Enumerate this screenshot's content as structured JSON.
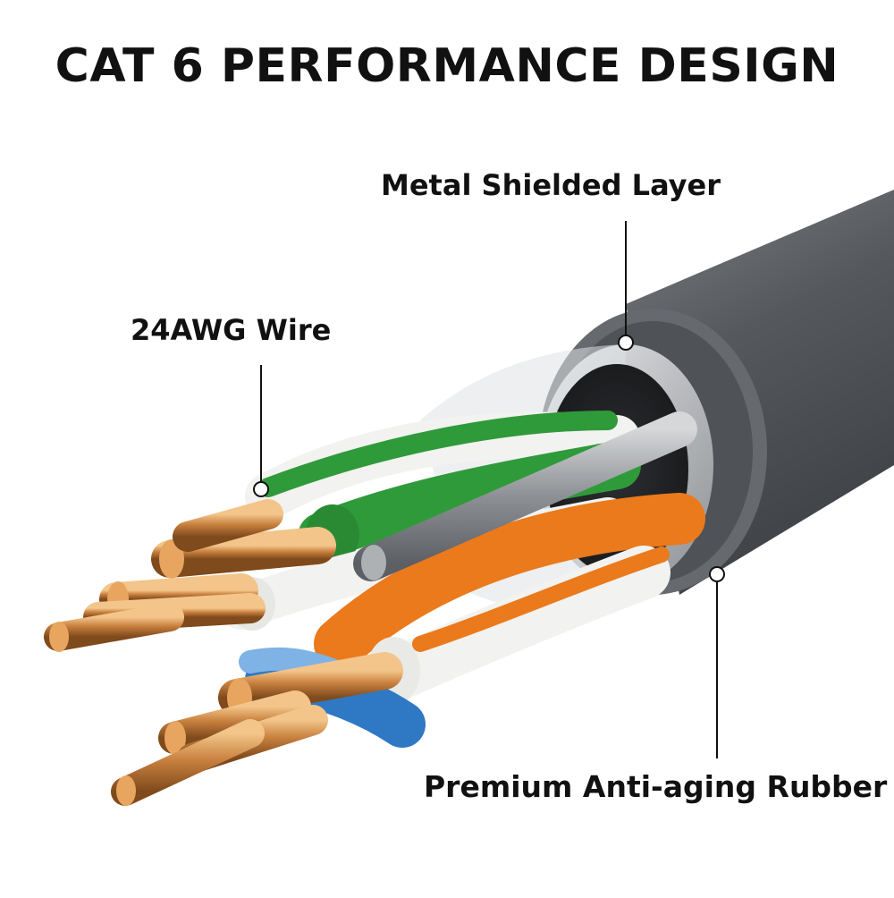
{
  "title": "CAT 6 PERFORMANCE DESIGN",
  "callouts": {
    "metal_shield": "Metal Shielded Layer",
    "wire_gauge": "24AWG Wire",
    "rubber_jacket": "Premium Anti-aging Rubber"
  },
  "colors": {
    "jacket": "#5b5e63",
    "shield": "#c9cbce",
    "copper": "#c9813f",
    "green_pair": "#2f9a3a",
    "orange_pair": "#ea7a1c",
    "blue_pair": "#2f78c4",
    "white_insulation": "#f2f2f0",
    "text": "#111111"
  }
}
